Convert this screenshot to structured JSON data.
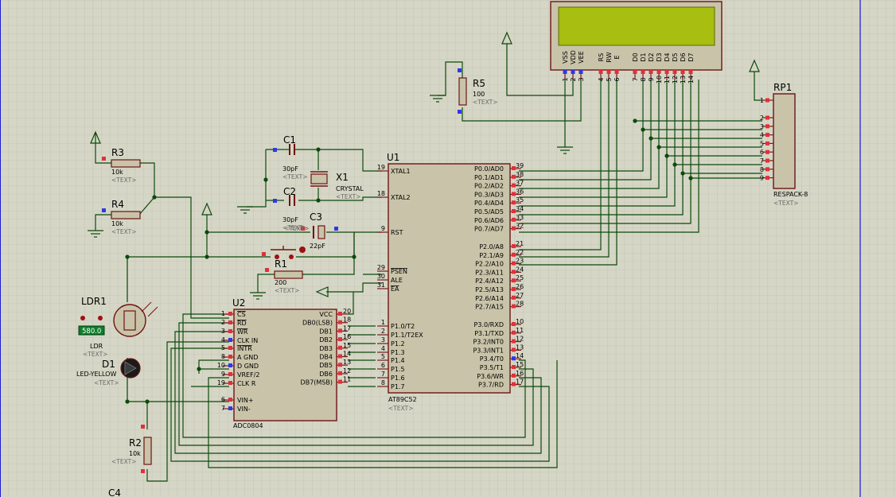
{
  "colors": {
    "background": "#d6d6c6",
    "wire": "#0b4a0b",
    "part_body": "#c9c4a9",
    "part_border": "#6e1414",
    "pin_red": "#e0313a",
    "pin_blue": "#2f38e6",
    "lcd_screen": "#a8be10",
    "margin_line": "#1b1bd6",
    "ldr_value": "#0b7f2a"
  },
  "u1": {
    "ref": "U1",
    "part": "AT89C52",
    "text": "<TEXT>",
    "left_pins": [
      {
        "num": "19",
        "name": "XTAL1"
      },
      {
        "num": "18",
        "name": "XTAL2"
      },
      {
        "num": "9",
        "name": "RST"
      },
      {
        "num": "29",
        "name": "PSEN"
      },
      {
        "num": "30",
        "name": "ALE"
      },
      {
        "num": "31",
        "name": "EA"
      },
      {
        "num": "1",
        "name": "P1.0/T2"
      },
      {
        "num": "2",
        "name": "P1.1/T2EX"
      },
      {
        "num": "3",
        "name": "P1.2"
      },
      {
        "num": "4",
        "name": "P1.3"
      },
      {
        "num": "5",
        "name": "P1.4"
      },
      {
        "num": "6",
        "name": "P1.5"
      },
      {
        "num": "7",
        "name": "P1.6"
      },
      {
        "num": "8",
        "name": "P1.7"
      }
    ],
    "right_pins": [
      {
        "num": "39",
        "name": "P0.0/AD0"
      },
      {
        "num": "38",
        "name": "P0.1/AD1"
      },
      {
        "num": "37",
        "name": "P0.2/AD2"
      },
      {
        "num": "36",
        "name": "P0.3/AD3"
      },
      {
        "num": "35",
        "name": "P0.4/AD4"
      },
      {
        "num": "34",
        "name": "P0.5/AD5"
      },
      {
        "num": "33",
        "name": "P0.6/AD6"
      },
      {
        "num": "32",
        "name": "P0.7/AD7"
      },
      {
        "num": "21",
        "name": "P2.0/A8"
      },
      {
        "num": "22",
        "name": "P2.1/A9"
      },
      {
        "num": "23",
        "name": "P2.2/A10"
      },
      {
        "num": "24",
        "name": "P2.3/A11"
      },
      {
        "num": "25",
        "name": "P2.4/A12"
      },
      {
        "num": "26",
        "name": "P2.5/A13"
      },
      {
        "num": "27",
        "name": "P2.6/A14"
      },
      {
        "num": "28",
        "name": "P2.7/A15"
      },
      {
        "num": "10",
        "name": "P3.0/RXD"
      },
      {
        "num": "11",
        "name": "P3.1/TXD"
      },
      {
        "num": "12",
        "name": "P3.2/INT0"
      },
      {
        "num": "13",
        "name": "P3.3/INT1"
      },
      {
        "num": "14",
        "name": "P3.4/T0"
      },
      {
        "num": "15",
        "name": "P3.5/T1"
      },
      {
        "num": "16",
        "name": "P3.6/WR"
      },
      {
        "num": "17",
        "name": "P3.7/RD"
      }
    ]
  },
  "u2": {
    "ref": "U2",
    "part": "ADC0804",
    "left_pins": [
      {
        "num": "1",
        "name": "CS"
      },
      {
        "num": "2",
        "name": "RD"
      },
      {
        "num": "3",
        "name": "WR"
      },
      {
        "num": "4",
        "name": "CLK IN"
      },
      {
        "num": "5",
        "name": "INTR"
      },
      {
        "num": "8",
        "name": "A GND"
      },
      {
        "num": "10",
        "name": "D GND"
      },
      {
        "num": "9",
        "name": "VREF/2"
      },
      {
        "num": "19",
        "name": "CLK R"
      },
      {
        "num": "6",
        "name": "VIN+"
      },
      {
        "num": "7",
        "name": "VIN-"
      }
    ],
    "right_pins": [
      {
        "num": "20",
        "name": "VCC"
      },
      {
        "num": "18",
        "name": "DB0(LSB)"
      },
      {
        "num": "17",
        "name": "DB1"
      },
      {
        "num": "16",
        "name": "DB2"
      },
      {
        "num": "15",
        "name": "DB3"
      },
      {
        "num": "14",
        "name": "DB4"
      },
      {
        "num": "13",
        "name": "DB5"
      },
      {
        "num": "12",
        "name": "DB6"
      },
      {
        "num": "11",
        "name": "DB7(MSB)"
      }
    ]
  },
  "lcd": {
    "pin_names": [
      "VSS",
      "VDD",
      "VEE",
      "RS",
      "RW",
      "E",
      "D0",
      "D1",
      "D2",
      "D3",
      "D4",
      "D5",
      "D6",
      "D7"
    ],
    "pin_nums": [
      "1",
      "2",
      "3",
      "4",
      "5",
      "6",
      "7",
      "8",
      "9",
      "10",
      "11",
      "12",
      "13",
      "14"
    ]
  },
  "rp1": {
    "ref": "RP1",
    "part": "RESPACK-8",
    "text": "<TEXT>",
    "pins": [
      "1",
      "2",
      "3",
      "4",
      "5",
      "6",
      "7",
      "8",
      "9"
    ]
  },
  "components": {
    "r3": {
      "ref": "R3",
      "value": "10k",
      "text": "<TEXT>"
    },
    "r4": {
      "ref": "R4",
      "value": "10k",
      "text": "<TEXT>"
    },
    "r5": {
      "ref": "R5",
      "value": "100",
      "text": "<TEXT>"
    },
    "r1": {
      "ref": "R1",
      "value": "200",
      "text": "<TEXT>"
    },
    "r2": {
      "ref": "R2",
      "value": "10k",
      "text": "<TEXT>"
    },
    "c1": {
      "ref": "C1",
      "value": "30pF",
      "text": "<TEXT>"
    },
    "c2": {
      "ref": "C2",
      "value": "30pF",
      "text": "<TEXT>"
    },
    "c3": {
      "ref": "C3",
      "value": "22pF",
      "text": "<TEXT>"
    },
    "c4": {
      "ref": "C4"
    },
    "x1": {
      "ref": "X1",
      "value": "CRYSTAL",
      "text": "<TEXT>"
    },
    "ldr1": {
      "ref": "LDR1",
      "reading": "580.0",
      "part": "LDR",
      "text": "<TEXT>"
    },
    "d1": {
      "ref": "D1",
      "part": "LED-YELLOW",
      "text": "<TEXT>"
    }
  }
}
